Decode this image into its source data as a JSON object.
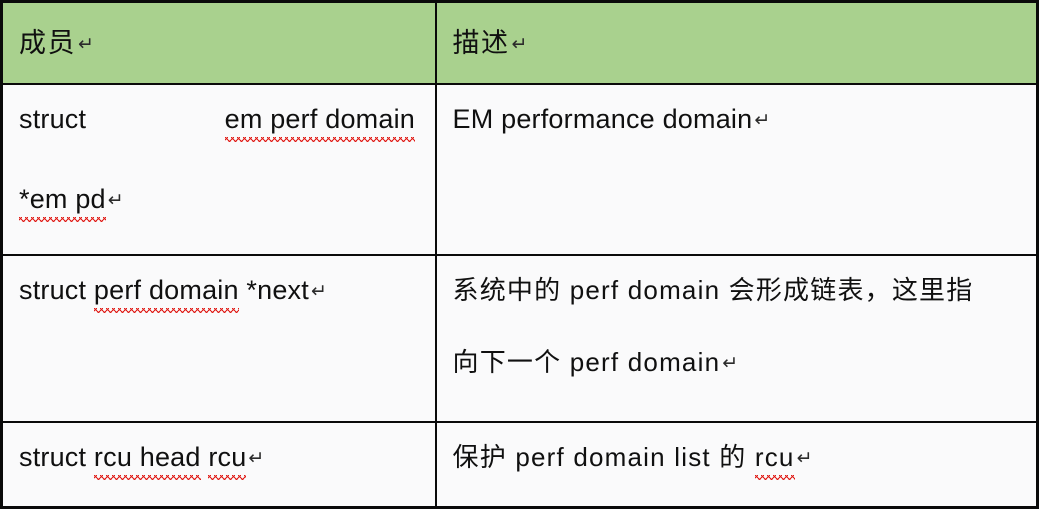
{
  "table": {
    "header": {
      "member_label": "成员",
      "description_label": "描述",
      "return_mark": "↵",
      "background_color": "#a9d18e"
    },
    "columns": [
      "成员",
      "描述"
    ],
    "rows": [
      {
        "member": {
          "line1_part1": "struct",
          "line1_part2": "em perf domain",
          "line2": "*em pd",
          "return_mark": "↵"
        },
        "description": {
          "line1": "EM performance domain",
          "return_mark": "↵"
        }
      },
      {
        "member": {
          "line1_part1": "struct ",
          "line1_part2": "perf domain",
          "line1_part3": " *next",
          "return_mark": "↵"
        },
        "description": {
          "line1": "系统中的 perf domain 会形成链表，这里指",
          "line2": "向下一个 perf domain",
          "return_mark": "↵"
        }
      },
      {
        "member": {
          "line1_part1": "struct ",
          "line1_part2": "rcu head",
          "line1_part3": " ",
          "line1_part4": "rcu",
          "return_mark": "↵"
        },
        "description": {
          "line1_part1": "保护 perf domain list 的 ",
          "line1_part2": "rcu",
          "return_mark": "↵"
        }
      }
    ]
  }
}
